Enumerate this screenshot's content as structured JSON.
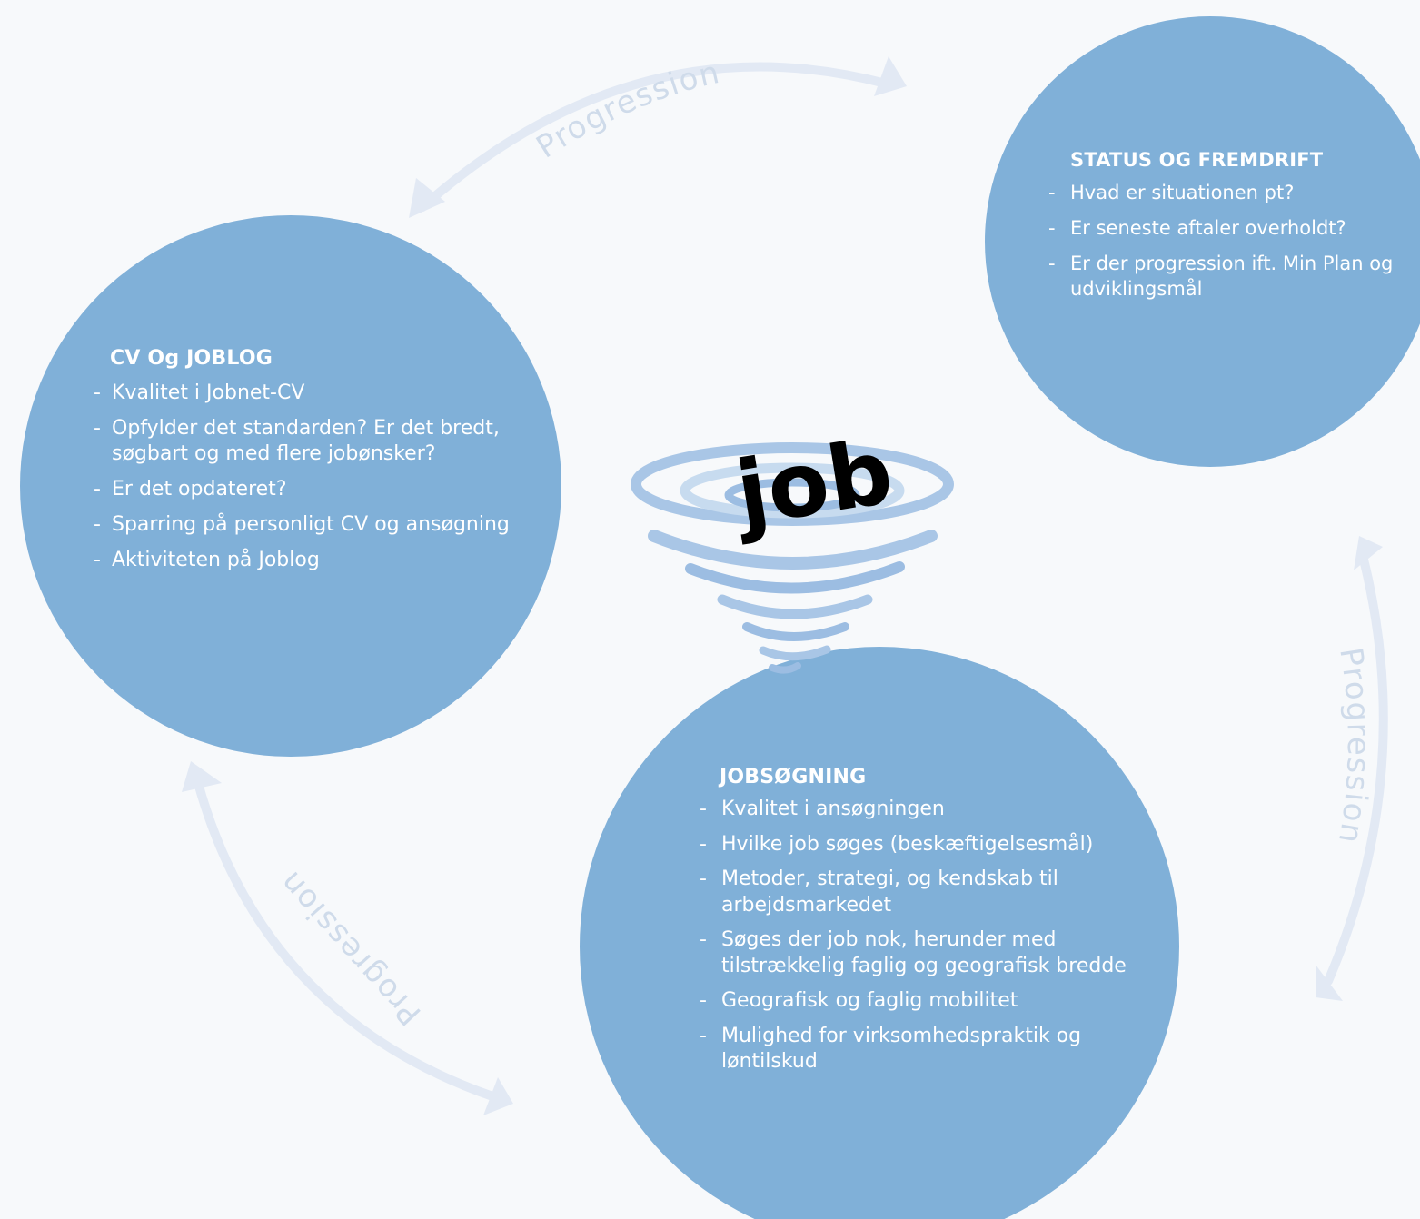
{
  "cycle_label": "Progression",
  "logo": {
    "word": "job",
    "icon": "tornado-icon",
    "swirl_colors": [
      "#a9c6e6",
      "#c7dbef",
      "#9cbde2"
    ]
  },
  "colors": {
    "background": "#f7f9fb",
    "circle_fill": "#80b0d8",
    "circle_text": "#ffffff",
    "arrow": "#e2e9f4",
    "label": "#cfdbea"
  },
  "cv_block": {
    "heading": "CV Og JOBLOG",
    "items": [
      "Kvalitet i Jobnet-CV",
      "Opfylder det standarden? Er det bredt, søgbart og med flere jobønsker?",
      "Er det opdateret?",
      "Sparring på personligt CV og ansøgning",
      "Aktiviteten på Joblog"
    ]
  },
  "status_block": {
    "heading": "STATUS OG FREMDRIFT",
    "items": [
      "Hvad er situationen pt?",
      "Er seneste aftaler overholdt?",
      "Er der progression ift. Min Plan og udviklingsmål"
    ]
  },
  "jobsearch_block": {
    "heading": "JOBSØGNING",
    "items": [
      "Kvalitet i ansøgningen",
      "Hvilke job søges (beskæftigelsesmål)",
      "Metoder, strategi, og kendskab til arbejdsmarkedet",
      "Søges der job nok, herunder med tilstrækkelig faglig og geografisk bredde",
      "Geografisk og faglig mobilitet",
      "Mulighed for virksomhedspraktik og løntilskud"
    ]
  }
}
